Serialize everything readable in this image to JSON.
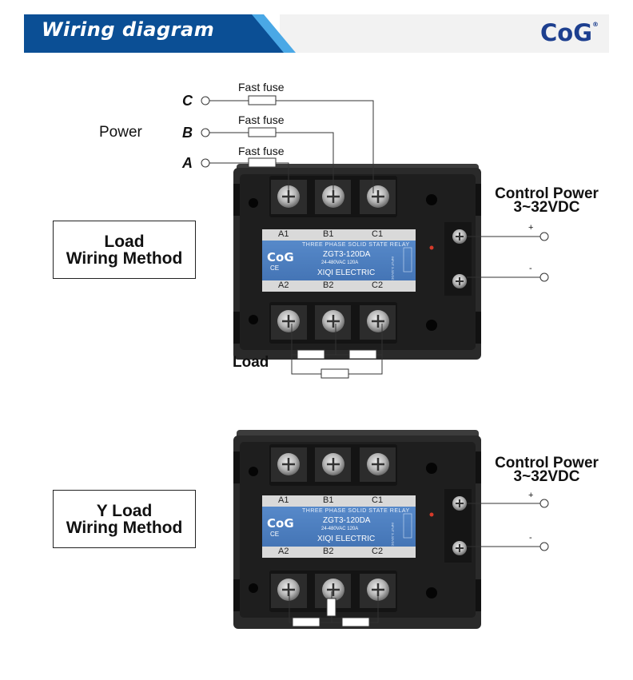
{
  "header": {
    "title": "Wiring diagram",
    "logo": "CoG",
    "logo_mark": "®",
    "colors": {
      "banner": "#0b4f95",
      "banner_accent": "#4aa8e6",
      "logo": "#1d3f8f"
    }
  },
  "diagram1": {
    "power_label": "Power",
    "phases": [
      "C",
      "B",
      "A"
    ],
    "fuse_label": "Fast fuse",
    "method_label_line1": "Load",
    "method_label_line2": "Wiring Method",
    "load_label": "Load",
    "control_power_line1": "Control Power",
    "control_power_line2": "3~32VDC",
    "plus": "+",
    "minus": "-"
  },
  "diagram2": {
    "method_label_line1": "Y Load",
    "method_label_line2": "Wiring Method",
    "control_power_line1": "Control Power",
    "control_power_line2": "3~32VDC",
    "plus": "+",
    "minus": "-"
  },
  "relay": {
    "top_terminals": [
      "A1",
      "B1",
      "C1"
    ],
    "bottom_terminals": [
      "A2",
      "B2",
      "C2"
    ],
    "line1": "THREE PHASE SOLID STATE RELAY",
    "brand": "CoG",
    "ce": "CE",
    "model": "ZGT3-120DA",
    "rating": "24-480VAC 120A",
    "maker": "XIQI  ELECTRIC",
    "side_text": "INPUT 3-32VDC",
    "colors": {
      "body": "#1e1e1e",
      "label": "#4f7fbf",
      "screw": "#b9b9b9"
    }
  }
}
